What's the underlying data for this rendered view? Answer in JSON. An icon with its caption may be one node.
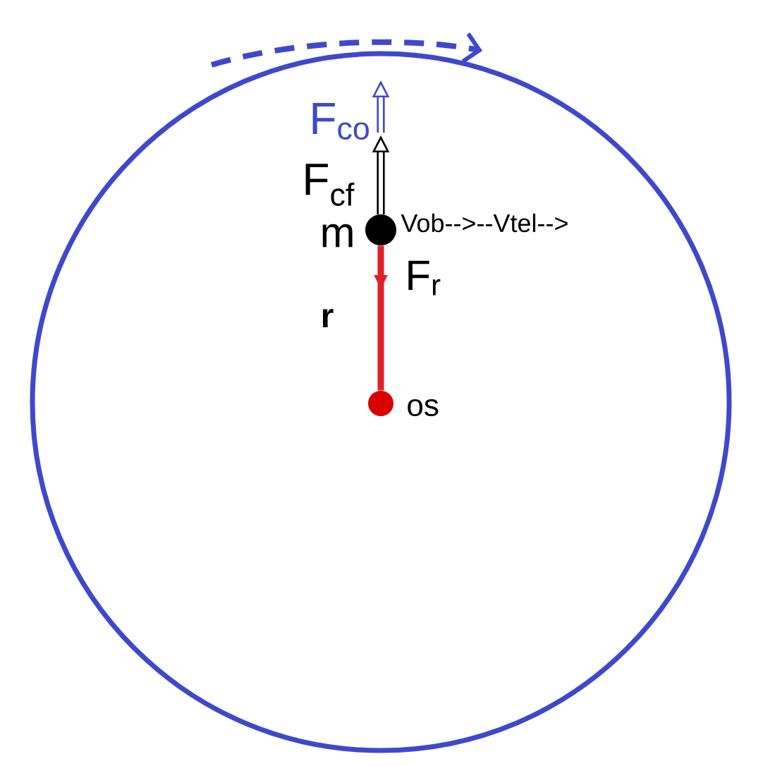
{
  "diagram": {
    "nodes": [
      {
        "text": [],
        "shape": "circle",
        "beside": [
          "m"
        ]
      },
      {
        "text": [],
        "shape": "circle",
        "beside": [
          "os"
        ]
      }
    ],
    "edges": [
      {
        "from": 0,
        "to": 1,
        "arrow": "to",
        "label": "r",
        "color": "#e0202a"
      }
    ],
    "labels": [
      "F$_{co}$",
      "F$_{cf}$",
      "Vob-->--Vtel-->",
      "F$_{r}$"
    ]
  }
}
